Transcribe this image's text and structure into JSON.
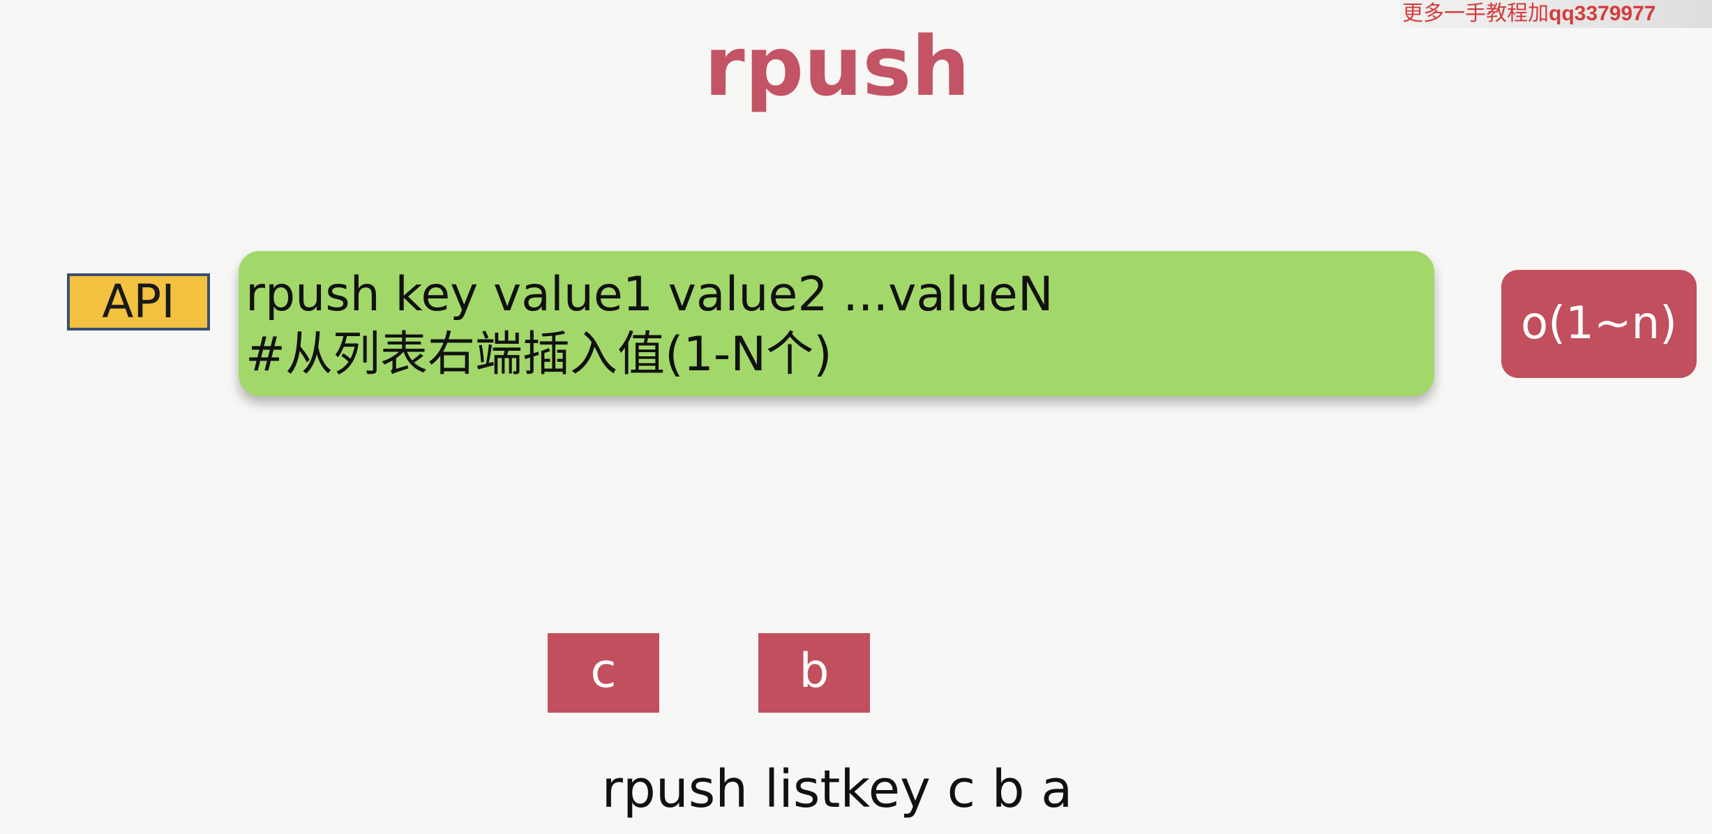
{
  "watermark": {
    "text": "更多一手教程加",
    "qq": "qq3379977"
  },
  "title": "rpush",
  "api": {
    "label": "API",
    "syntax": "rpush key value1 value2 ...valueN",
    "description": "#从列表右端插入值(1-N个)",
    "complexity": "o(1~n)"
  },
  "list_items": [
    "c",
    "b"
  ],
  "example_command": "rpush listkey c b a",
  "colors": {
    "accent": "#c35465",
    "api_box": "#a2d86a",
    "api_label": "#f2c240",
    "list_item": "#c24f5d"
  }
}
